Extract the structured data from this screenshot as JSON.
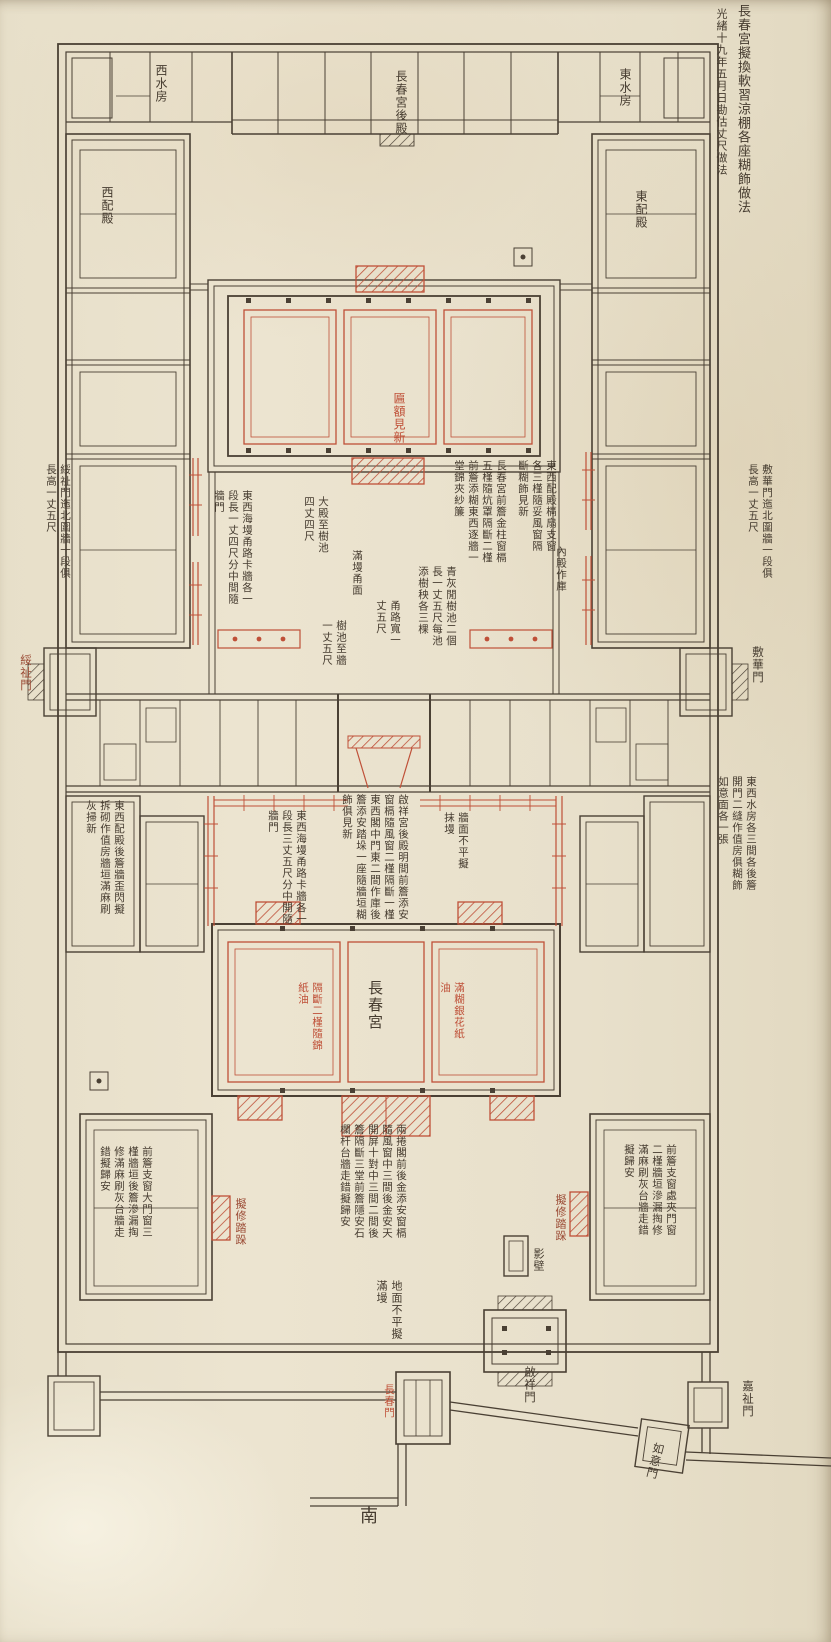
{
  "sheet": {
    "orientation_south": "南"
  },
  "title": {
    "col1": "長春宮擬換軟習涼棚各座糊飾做法",
    "col2": "光緒十九年五月日勘估丈尺做法"
  },
  "buildings": {
    "rear_hall": "長春宮後殿",
    "west_water_rooms": "西水房",
    "east_water_rooms": "東水房",
    "west_side_hall": "西配殿",
    "east_side_hall": "東配殿",
    "main_hall": "長春宮",
    "screen_wall": "影壁"
  },
  "gates": {
    "suizhi_gate": "綏祉門",
    "fuhua_gate": "敷華門",
    "qixiang_gate": "啟祥門",
    "changchun_gate": "長春門",
    "ruyi_gate": "如意門",
    "jiazhi_gate": "嘉祉門"
  },
  "margin_notes": {
    "west_wall": "綏祉門迤北圍牆一段俱長高一丈五尺",
    "east_wall": "敷華門迤北圍牆一段俱長高一丈五尺",
    "east_rooms": "東西水房各三間各後簷開門二縫作值房俱糊飾如意面各一張"
  },
  "annotations": {
    "plaque_renew": "匾額見新",
    "upper_path_walls": "東西海墁甬路卡牆各一段長一丈四尺分中間隨牆門",
    "hall_to_treepit": "大殿至樹池四丈四尺",
    "paved_path": "滿墁甬面",
    "treepit_to_wall": "樹池至牆一丈五尺",
    "path_width": "甬路寬一丈五尺",
    "tree_pits": "青灰閒樹池二個長一丈五尺每池添樹秧各三棵",
    "front_eave_work": "長春宮前簷金柱窗槅五槿隨炕罩隔斷二槿前簷添糊東西逐牆一堂錦夾紗簾",
    "side_halls_work": "東西配殿槅扇支窗各三槿隨妥風窗隔斷糊飾見新",
    "inner_hall_store": "內殿作庫",
    "west_rooms_work": "東西配殿後簷牆歪閃擬拆砌作值房牆垣滿麻刷灰掃新",
    "lower_path_walls": "東西海墁甬路卡牆各一段長三丈五尺分中開隨牆門",
    "rear_hall_work": "啟祥宮後殿明間前簷添安窗槅隨風窗二槿隔斷一槿東西閣中門東二間作庫後簷添安踏垛一座隨牆垣糊飾俱見新",
    "wall_uneven": "牆面不平擬抹墁",
    "partition_paper": "隔斷二槿隨錦紙油",
    "silverflower_paper": "滿糊銀花紙油",
    "west_lower_hall_work": "前簷支窗大門窗三槿牆垣後簷滲漏掏修滿麻刷灰台牆走錯擬歸安",
    "east_lower_hall_work": "前簷支窗處夾門窗二槿牆垣滲漏掏修滿麻刷灰台牆走錯擬歸安",
    "repair_steps_west": "擬修踏跺",
    "repair_steps_east": "擬修踏跺",
    "front_gallery_work": "兩捲閣前後金添安窗槅隨風窗中三間後金安天開屏十對中三間二間後簷隔斷三堂前簷隱安石欄杆台牆走錯擬歸安",
    "ground_uneven": "地面不平擬滿墁"
  },
  "colors": {
    "paper": "#e9e1cc",
    "ink": "#453b2f",
    "red": "#bf5038"
  }
}
